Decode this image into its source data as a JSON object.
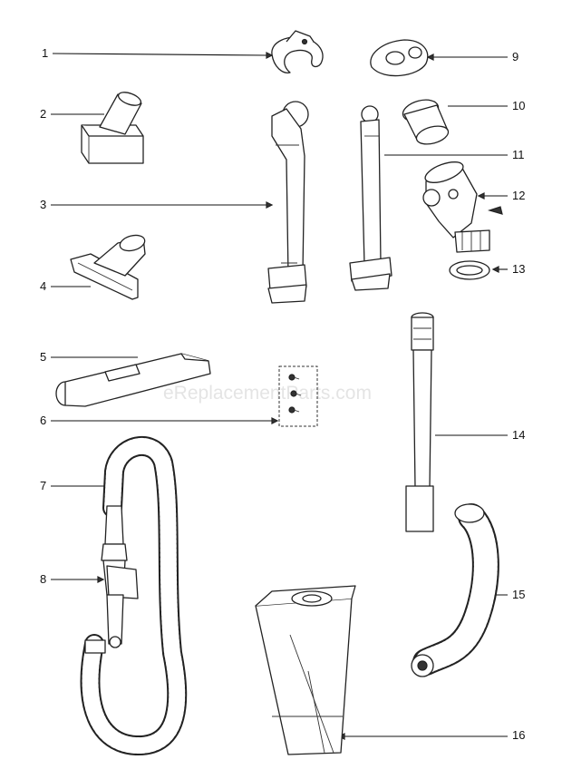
{
  "watermark": "eReplacementParts.com",
  "callouts": [
    "1",
    "2",
    "3",
    "4",
    "5",
    "6",
    "7",
    "8",
    "9",
    "10",
    "11",
    "12",
    "13",
    "14",
    "15",
    "16"
  ]
}
